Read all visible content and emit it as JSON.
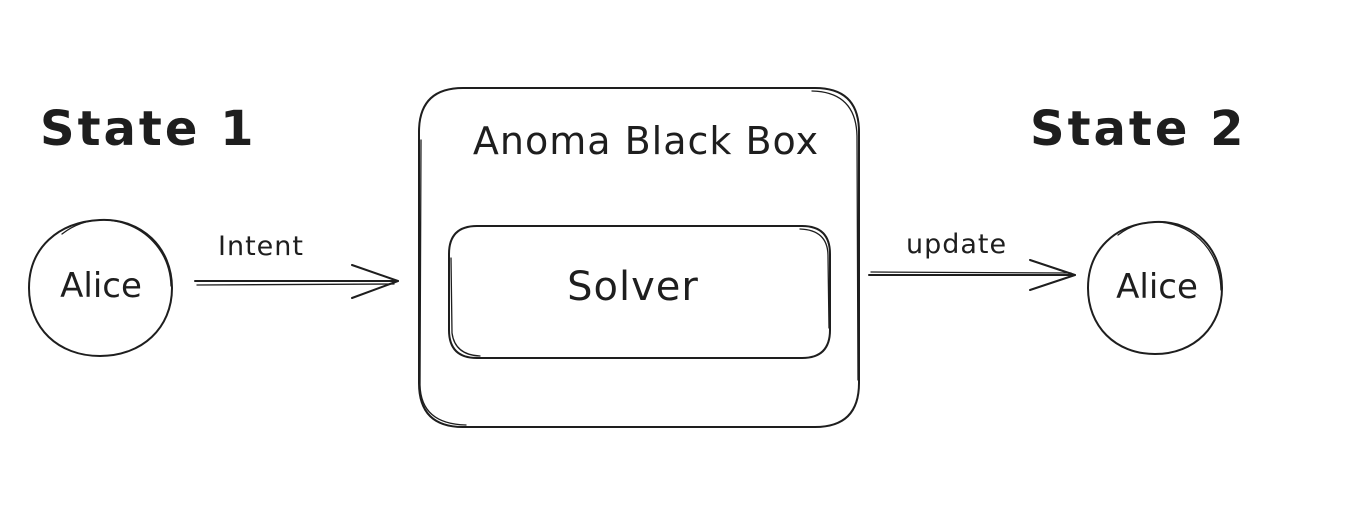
{
  "state_1": {
    "title": "State 1",
    "node": "Alice"
  },
  "black_box": {
    "title": "Anoma Black Box",
    "inner": "Solver"
  },
  "state_2": {
    "title": "State 2",
    "node": "Alice"
  },
  "edges": {
    "intent": "Intent",
    "update": "update"
  },
  "colors": {
    "ink": "#1e1e1e",
    "background": "#ffffff"
  }
}
